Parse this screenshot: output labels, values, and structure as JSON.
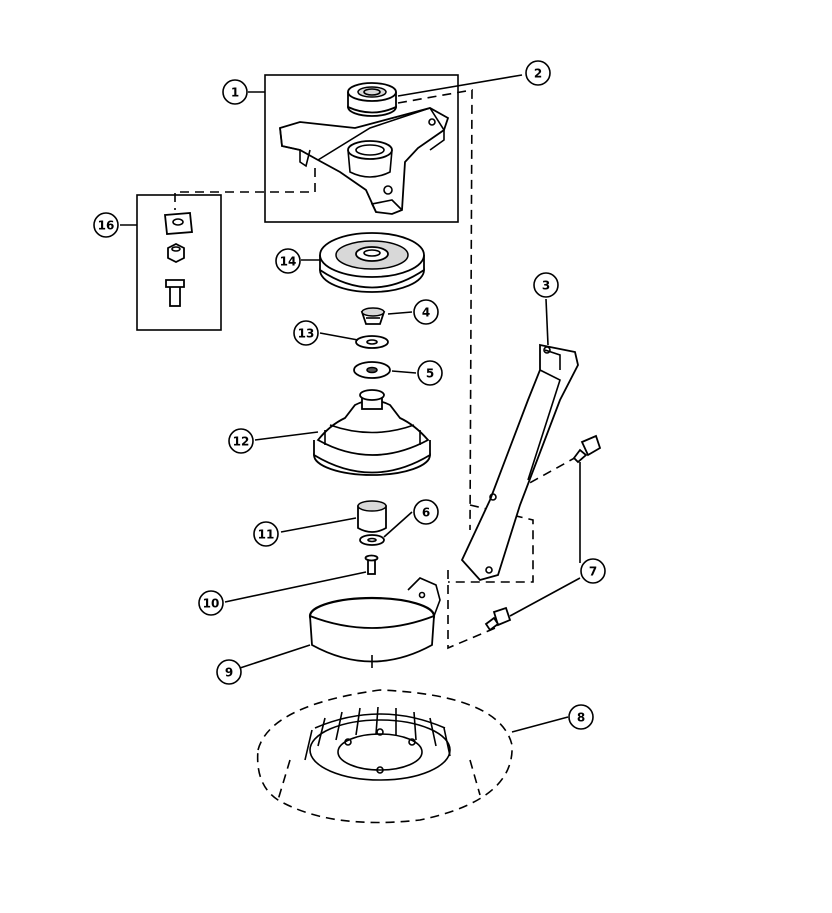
{
  "callouts": {
    "c1": "1",
    "c2": "2",
    "c3": "3",
    "c4": "4",
    "c5": "5",
    "c6": "6",
    "c7": "7",
    "c8": "8",
    "c9": "9",
    "c10": "10",
    "c11": "11",
    "c12": "12",
    "c13": "13",
    "c14": "14",
    "c16": "16"
  }
}
